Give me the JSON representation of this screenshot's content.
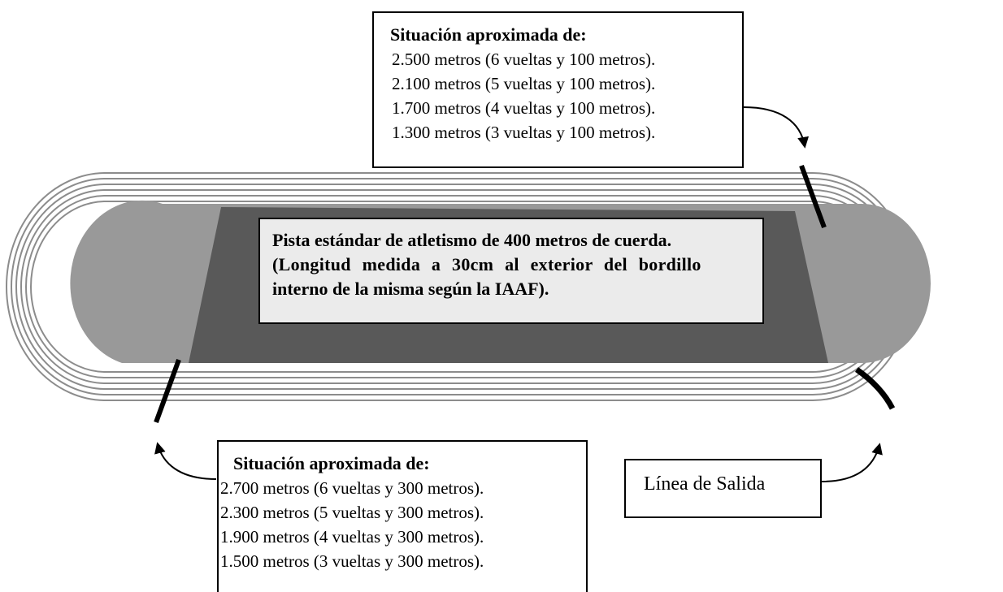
{
  "top_box": {
    "title": "Situación aproximada de:",
    "lines": [
      "2.500 metros (6 vueltas y 100 metros).",
      "2.100 metros (5 vueltas y 100 metros).",
      "1.700 metros (4 vueltas y 100 metros).",
      "1.300 metros (3 vueltas y 100 metros)."
    ]
  },
  "center_box": {
    "lines": [
      "Pista estándar de atletismo de 400 metros de cuerda.",
      "(Longitud medida a 30cm al exterior del bordillo",
      "interno de la misma según la IAAF)."
    ]
  },
  "bottom_box": {
    "title": "Situación aproximada de:",
    "lines": [
      "2.700 metros (6 vueltas y 300 metros).",
      "2.300 metros (5 vueltas y 300 metros).",
      "1.900 metros (4 vueltas y 300 metros).",
      "1.500 metros (3 vueltas y 300 metros)."
    ]
  },
  "start_box": {
    "label": "Línea de Salida"
  },
  "colors": {
    "track_outer": "#ffffff",
    "lane_lines": "#8c8c8c",
    "infield_light": "#999999",
    "infield_dark": "#595959",
    "center_box_fill": "#ebebeb",
    "ink": "#000000"
  }
}
